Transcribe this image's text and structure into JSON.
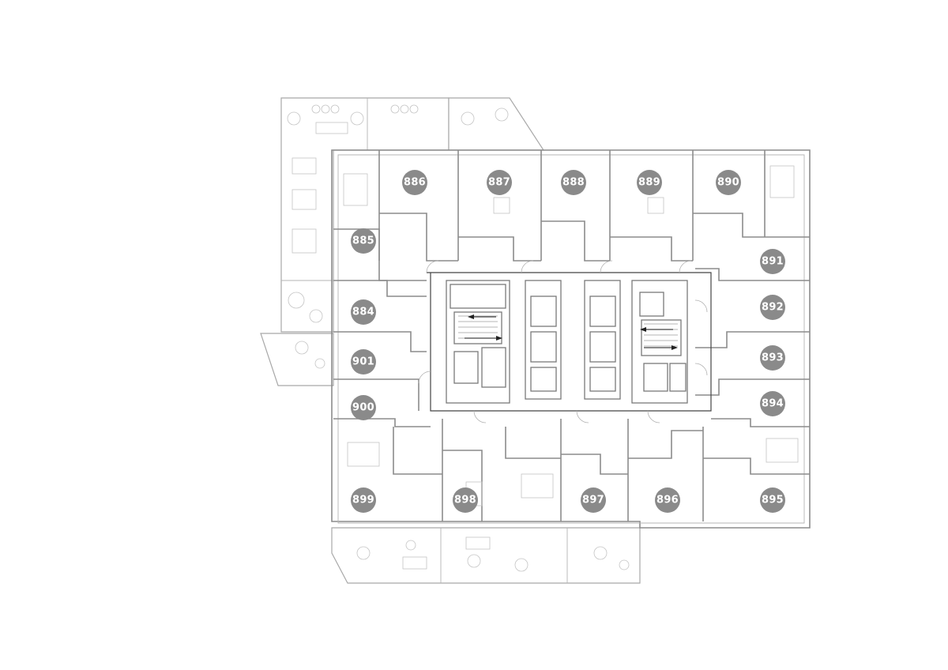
{
  "units": [
    {
      "label": "885"
    },
    {
      "label": "886"
    },
    {
      "label": "887"
    },
    {
      "label": "888"
    },
    {
      "label": "889"
    },
    {
      "label": "890"
    },
    {
      "label": "891"
    },
    {
      "label": "892"
    },
    {
      "label": "893"
    },
    {
      "label": "894"
    },
    {
      "label": "895"
    },
    {
      "label": "896"
    },
    {
      "label": "897"
    },
    {
      "label": "898"
    },
    {
      "label": "899"
    },
    {
      "label": "900"
    },
    {
      "label": "901"
    },
    {
      "label": "884"
    }
  ],
  "colors": {
    "badge": "#8a8a8a",
    "badge_text": "#ffffff",
    "walls": "#8c8c8c",
    "background": "#ffffff"
  }
}
